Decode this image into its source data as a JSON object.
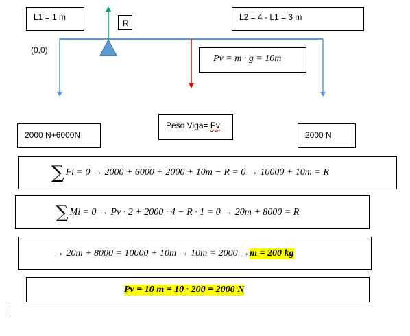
{
  "diagram": {
    "l1_box": "L1 = 1 m",
    "l2_box": "L2 = 4 - L1 = 3 m",
    "r_label": "R",
    "origin_label": "(0,0)",
    "pv_formula_box": "Pv = m · g = 10m",
    "peso_viga_box_prefix": "Peso Viga= ",
    "peso_viga_box_var": "Pv",
    "left_load_box": "2000 N+6000N",
    "right_load_box": "2000 N",
    "beam_color": "#5b9bd5",
    "reaction_arrow_color": "#00a651",
    "weight_arrow_color": "#ff0000",
    "support_color": "#5b9bd5"
  },
  "equations": {
    "sum_forces": "Fi = 0 → 2000 + 6000 + 2000 + 10m − R = 0 → 10000 + 10m = R",
    "sum_moments": "Mi = 0 → Pv · 2 + 2000 · 4 − R · 1 = 0 → 20m + 8000 = R",
    "result_line_prefix": "→ 20m + 8000 = 10000 + 10m → 10m = 2000 → ",
    "result_line_highlight": "m = 200 kg",
    "final_highlight": "Pv = 10 m = 10 · 200 = 2000 N"
  }
}
